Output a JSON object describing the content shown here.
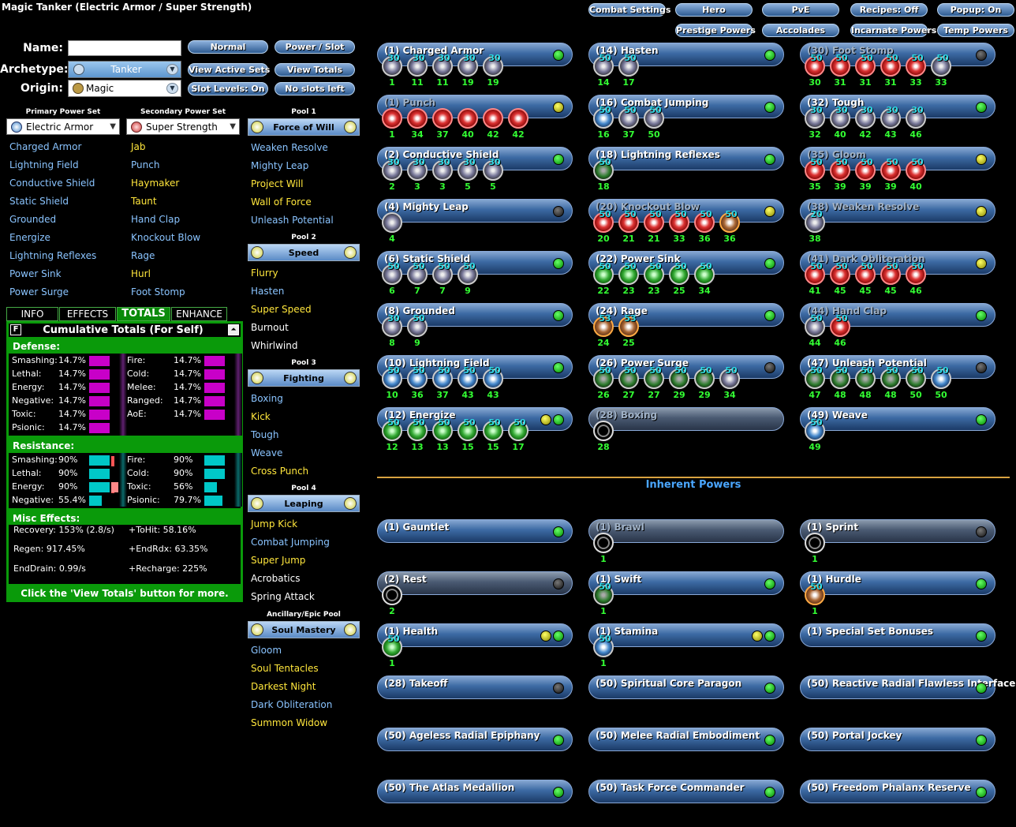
{
  "window_title": "Magic Tanker (Electric Armor / Super Strength)",
  "top_buttons": [
    "Combat Settings",
    "Hero",
    "PvE",
    "Recipes: Off",
    "Popup: On",
    "Prestige Powers",
    "Accolades",
    "Incarnate Powers",
    "Temp Powers"
  ],
  "form": {
    "name_label": "Name:",
    "name_value": "",
    "archetype_label": "Archetype:",
    "archetype_value": "Tanker",
    "origin_label": "Origin:",
    "origin_value": "Magic"
  },
  "side_buttons": [
    "Normal",
    "Power / Slot",
    "View Active Sets",
    "View Totals",
    "Slot Levels: On",
    "No slots left"
  ],
  "primary": {
    "label": "Primary Power Set",
    "value": "Electric Armor",
    "powers": [
      {
        "n": "Charged Armor",
        "c": "b"
      },
      {
        "n": "Lightning Field",
        "c": "b"
      },
      {
        "n": "Conductive Shield",
        "c": "b"
      },
      {
        "n": "Static Shield",
        "c": "b"
      },
      {
        "n": "Grounded",
        "c": "b"
      },
      {
        "n": "Energize",
        "c": "b"
      },
      {
        "n": "Lightning Reflexes",
        "c": "b"
      },
      {
        "n": "Power Sink",
        "c": "b"
      },
      {
        "n": "Power Surge",
        "c": "b"
      }
    ]
  },
  "secondary": {
    "label": "Secondary Power Set",
    "value": "Super Strength",
    "powers": [
      {
        "n": "Jab",
        "c": "y"
      },
      {
        "n": "Punch",
        "c": "b"
      },
      {
        "n": "Haymaker",
        "c": "y"
      },
      {
        "n": "Taunt",
        "c": "y"
      },
      {
        "n": "Hand Clap",
        "c": "b"
      },
      {
        "n": "Knockout Blow",
        "c": "b"
      },
      {
        "n": "Rage",
        "c": "b"
      },
      {
        "n": "Hurl",
        "c": "y"
      },
      {
        "n": "Foot Stomp",
        "c": "b"
      }
    ]
  },
  "pools": [
    {
      "label": "Pool 1",
      "name": "Force of Will",
      "powers": [
        {
          "n": "Weaken Resolve",
          "c": "b"
        },
        {
          "n": "Mighty Leap",
          "c": "b"
        },
        {
          "n": "Project Will",
          "c": "y"
        },
        {
          "n": "Wall of Force",
          "c": "y"
        },
        {
          "n": "Unleash Potential",
          "c": "b"
        }
      ]
    },
    {
      "label": "Pool 2",
      "name": "Speed",
      "powers": [
        {
          "n": "Flurry",
          "c": "y"
        },
        {
          "n": "Hasten",
          "c": "b"
        },
        {
          "n": "Super Speed",
          "c": "y"
        },
        {
          "n": "Burnout",
          "c": "w"
        },
        {
          "n": "Whirlwind",
          "c": "w"
        }
      ]
    },
    {
      "label": "Pool 3",
      "name": "Fighting",
      "powers": [
        {
          "n": "Boxing",
          "c": "b"
        },
        {
          "n": "Kick",
          "c": "y"
        },
        {
          "n": "Tough",
          "c": "b"
        },
        {
          "n": "Weave",
          "c": "b"
        },
        {
          "n": "Cross Punch",
          "c": "y"
        }
      ]
    },
    {
      "label": "Pool 4",
      "name": "Leaping",
      "powers": [
        {
          "n": "Jump Kick",
          "c": "y"
        },
        {
          "n": "Combat Jumping",
          "c": "b"
        },
        {
          "n": "Super Jump",
          "c": "y"
        },
        {
          "n": "Acrobatics",
          "c": "w"
        },
        {
          "n": "Spring Attack",
          "c": "w"
        }
      ]
    },
    {
      "label": "Ancillary/Epic Pool",
      "name": "Soul Mastery",
      "powers": [
        {
          "n": "Gloom",
          "c": "b"
        },
        {
          "n": "Soul Tentacles",
          "c": "y"
        },
        {
          "n": "Darkest Night",
          "c": "y"
        },
        {
          "n": "Dark Obliteration",
          "c": "b"
        },
        {
          "n": "Summon Widow",
          "c": "y"
        }
      ]
    }
  ],
  "tabs": [
    "INFO",
    "EFFECTS",
    "TOTALS",
    "ENHANCE"
  ],
  "totals": {
    "f_button": "F",
    "title": "Cumulative Totals (For Self)",
    "defense_label": "Defense:",
    "defense_left": [
      {
        "k": "Smashing:",
        "v": "14.7%",
        "p": 14.7
      },
      {
        "k": "Lethal:",
        "v": "14.7%",
        "p": 14.7
      },
      {
        "k": "Energy:",
        "v": "14.7%",
        "p": 14.7
      },
      {
        "k": "Negative:",
        "v": "14.7%",
        "p": 14.7
      },
      {
        "k": "Toxic:",
        "v": "14.7%",
        "p": 14.7
      },
      {
        "k": "Psionic:",
        "v": "14.7%",
        "p": 14.7
      }
    ],
    "defense_right": [
      {
        "k": "Fire:",
        "v": "14.7%",
        "p": 14.7
      },
      {
        "k": "Cold:",
        "v": "14.7%",
        "p": 14.7
      },
      {
        "k": "Melee:",
        "v": "14.7%",
        "p": 14.7
      },
      {
        "k": "Ranged:",
        "v": "14.7%",
        "p": 14.7
      },
      {
        "k": "AoE:",
        "v": "14.7%",
        "p": 14.7
      }
    ],
    "resistance_label": "Resistance:",
    "res_left": [
      {
        "k": "Smashing:",
        "v": "90%",
        "p": 90
      },
      {
        "k": "Lethal:",
        "v": "90%",
        "p": 90
      },
      {
        "k": "Energy:",
        "v": "90%",
        "p": 90
      },
      {
        "k": "Negative:",
        "v": "55.4%",
        "p": 55.4
      }
    ],
    "res_right": [
      {
        "k": "Fire:",
        "v": "90%",
        "p": 90
      },
      {
        "k": "Cold:",
        "v": "90%",
        "p": 90
      },
      {
        "k": "Toxic:",
        "v": "56%",
        "p": 56
      },
      {
        "k": "Psionic:",
        "v": "79.7%",
        "p": 79.7
      }
    ],
    "misc_label": "Misc Effects:",
    "misc": [
      "Recovery: 153% (2.8/s)",
      "+ToHit: 58.16%",
      "Regen: 917.45%",
      "+EndRdx: 63.35%",
      "EndDrain: 0.99/s",
      "+Recharge: 225%"
    ],
    "footer": "Click the 'View Totals' button for more."
  },
  "build": [
    {
      "name": "(1) Charged Armor",
      "st": "g",
      "slots": [
        [
          "30",
          "1",
          "purp"
        ],
        [
          "30",
          "11",
          "purp"
        ],
        [
          "30",
          "11",
          "purp"
        ],
        [
          "30",
          "19",
          "purp"
        ],
        [
          "30",
          "19",
          "purp"
        ]
      ]
    },
    {
      "name": "(14) Hasten",
      "st": "g",
      "slots": [
        [
          "50",
          "14",
          "purp"
        ],
        [
          "50",
          "17",
          "purp"
        ]
      ]
    },
    {
      "name": "(30) Foot Stomp",
      "st": "k",
      "dim": true,
      "slots": [
        [
          "50",
          "30",
          "red"
        ],
        [
          "50",
          "31",
          "red"
        ],
        [
          "50",
          "31",
          "red"
        ],
        [
          "50",
          "31",
          "red"
        ],
        [
          "50",
          "33",
          "red"
        ],
        [
          "50",
          "33",
          "purp"
        ]
      ]
    },
    {
      "name": "(1) Punch",
      "st": "y",
      "dim": true,
      "slots": [
        [
          "",
          "1",
          "red"
        ],
        [
          "",
          "34",
          "red"
        ],
        [
          "",
          "37",
          "red"
        ],
        [
          "",
          "40",
          "red"
        ],
        [
          "",
          "42",
          "red"
        ],
        [
          "",
          "42",
          "red"
        ]
      ]
    },
    {
      "name": "(16) Combat Jumping",
      "st": "g",
      "slots": [
        [
          "50",
          "16",
          "blue"
        ],
        [
          "50",
          "37",
          "purp"
        ],
        [
          "50",
          "50",
          "purp"
        ]
      ]
    },
    {
      "name": "(32) Tough",
      "st": "g",
      "slots": [
        [
          "30",
          "32",
          "purp"
        ],
        [
          "30",
          "40",
          "purp"
        ],
        [
          "30",
          "42",
          "purp"
        ],
        [
          "30",
          "43",
          "purp"
        ],
        [
          "30",
          "46",
          "purp"
        ]
      ]
    },
    {
      "name": "(2) Conductive Shield",
      "st": "g",
      "slots": [
        [
          "30",
          "2",
          "purp"
        ],
        [
          "30",
          "3",
          "purp"
        ],
        [
          "30",
          "3",
          "purp"
        ],
        [
          "30",
          "5",
          "purp"
        ],
        [
          "30",
          "5",
          "purp"
        ]
      ]
    },
    {
      "name": "(18) Lightning Reflexes",
      "st": "g",
      "slots": [
        [
          "50",
          "18",
          "grn2"
        ]
      ]
    },
    {
      "name": "(35) Gloom",
      "st": "y",
      "dim": true,
      "slots": [
        [
          "50",
          "35",
          "red"
        ],
        [
          "50",
          "39",
          "red"
        ],
        [
          "50",
          "39",
          "red"
        ],
        [
          "50",
          "39",
          "red"
        ],
        [
          "50",
          "40",
          "red"
        ]
      ]
    },
    {
      "name": "(4) Mighty Leap",
      "st": "k",
      "slots": [
        [
          "",
          "4",
          "purp"
        ]
      ]
    },
    {
      "name": "(20) Knockout Blow",
      "st": "y",
      "dim": true,
      "slots": [
        [
          "50",
          "20",
          "red"
        ],
        [
          "50",
          "21",
          "red"
        ],
        [
          "50",
          "21",
          "red"
        ],
        [
          "50",
          "33",
          "red"
        ],
        [
          "50",
          "36",
          "red"
        ],
        [
          "50",
          "36",
          "gold"
        ]
      ]
    },
    {
      "name": "(38) Weaken Resolve",
      "st": "y",
      "dim": true,
      "slots": [
        [
          "20",
          "38",
          "purp"
        ]
      ]
    },
    {
      "name": "(6) Static Shield",
      "st": "g",
      "slots": [
        [
          "50",
          "6",
          "purp"
        ],
        [
          "50",
          "7",
          "purp"
        ],
        [
          "50",
          "7",
          "purp"
        ],
        [
          "50",
          "9",
          "purp"
        ]
      ]
    },
    {
      "name": "(22) Power Sink",
      "st": "g",
      "slots": [
        [
          "50",
          "22",
          "green"
        ],
        [
          "50",
          "23",
          "green"
        ],
        [
          "50",
          "23",
          "green"
        ],
        [
          "50",
          "25",
          "green"
        ],
        [
          "50",
          "34",
          "green"
        ]
      ]
    },
    {
      "name": "(41) Dark Obliteration",
      "st": "y",
      "dim": true,
      "slots": [
        [
          "50",
          "41",
          "red"
        ],
        [
          "50",
          "45",
          "red"
        ],
        [
          "50",
          "45",
          "red"
        ],
        [
          "50",
          "45",
          "red"
        ],
        [
          "50",
          "46",
          "red"
        ]
      ]
    },
    {
      "name": "(8) Grounded",
      "st": "g",
      "slots": [
        [
          "30",
          "8",
          "purp"
        ],
        [
          "50",
          "9",
          "purp"
        ]
      ]
    },
    {
      "name": "(24) Rage",
      "st": "g",
      "slots": [
        [
          "53",
          "24",
          "gold"
        ],
        [
          "53",
          "25",
          "gold"
        ]
      ]
    },
    {
      "name": "(44) Hand Clap",
      "st": "g",
      "dim": true,
      "slots": [
        [
          "50",
          "44",
          "purp"
        ],
        [
          "50",
          "46",
          "red"
        ]
      ]
    },
    {
      "name": "(10) Lightning Field",
      "st": "g",
      "slots": [
        [
          "50",
          "10",
          "blue"
        ],
        [
          "50",
          "36",
          "blue"
        ],
        [
          "50",
          "37",
          "blue"
        ],
        [
          "50",
          "43",
          "blue"
        ],
        [
          "50",
          "43",
          "blue"
        ]
      ]
    },
    {
      "name": "(26) Power Surge",
      "st": "k",
      "slots": [
        [
          "50",
          "26",
          "grn2"
        ],
        [
          "50",
          "27",
          "grn2"
        ],
        [
          "50",
          "27",
          "grn2"
        ],
        [
          "50",
          "29",
          "grn2"
        ],
        [
          "50",
          "29",
          "grn2"
        ],
        [
          "50",
          "34",
          "purp"
        ]
      ]
    },
    {
      "name": "(47) Unleash Potential",
      "st": "k",
      "slots": [
        [
          "50",
          "47",
          "grn2"
        ],
        [
          "50",
          "48",
          "grn2"
        ],
        [
          "50",
          "48",
          "grn2"
        ],
        [
          "50",
          "48",
          "grn2"
        ],
        [
          "50",
          "50",
          "grn2"
        ],
        [
          "50",
          "50",
          "blue"
        ]
      ]
    },
    {
      "name": "(12) Energize",
      "st": "yg",
      "slots": [
        [
          "50",
          "12",
          "green"
        ],
        [
          "50",
          "13",
          "green"
        ],
        [
          "50",
          "13",
          "green"
        ],
        [
          "50",
          "15",
          "green"
        ],
        [
          "50",
          "15",
          "green"
        ],
        [
          "50",
          "17",
          "green"
        ]
      ]
    },
    {
      "name": "(28) Boxing",
      "st": "",
      "dim": true,
      "grey": true,
      "slots": [
        [
          "",
          "28",
          "empty"
        ]
      ]
    },
    {
      "name": "(49) Weave",
      "st": "g",
      "slots": [
        [
          "50",
          "49",
          "blue"
        ]
      ]
    }
  ],
  "inherent_title": "Inherent Powers",
  "inherent": [
    {
      "name": "(1) Gauntlet",
      "st": "g",
      "slots": []
    },
    {
      "name": "(1) Brawl",
      "st": "",
      "dim": true,
      "grey": true,
      "slots": [
        [
          "",
          "1",
          "empty"
        ]
      ]
    },
    {
      "name": "(1) Sprint",
      "st": "k",
      "grey": true,
      "slots": [
        [
          "",
          "1",
          "empty"
        ]
      ]
    },
    {
      "name": "(2) Rest",
      "st": "k",
      "grey": true,
      "slots": [
        [
          "",
          "2",
          "empty"
        ]
      ]
    },
    {
      "name": "(1) Swift",
      "st": "g",
      "slots": [
        [
          "50",
          "1",
          "grn2"
        ]
      ]
    },
    {
      "name": "(1) Hurdle",
      "st": "g",
      "slots": [
        [
          "50",
          "1",
          "gold"
        ]
      ]
    },
    {
      "name": "(1) Health",
      "st": "yg",
      "slots": [
        [
          "50",
          "1",
          "green"
        ]
      ]
    },
    {
      "name": "(1) Stamina",
      "st": "yg",
      "slots": [
        [
          "50",
          "1",
          "blue"
        ]
      ]
    },
    {
      "name": "(1) Special Set Bonuses",
      "st": "g",
      "slots": []
    },
    {
      "name": "(28) Takeoff",
      "st": "k",
      "slots": []
    },
    {
      "name": "(50) Spiritual Core Paragon",
      "st": "g",
      "slots": []
    },
    {
      "name": "(50) Reactive Radial Flawless Interface",
      "st": "g",
      "slots": []
    },
    {
      "name": "(50) Ageless Radial Epiphany",
      "st": "g",
      "slots": []
    },
    {
      "name": "(50) Melee Radial Embodiment",
      "st": "g",
      "slots": []
    },
    {
      "name": "(50) Portal Jockey",
      "st": "g",
      "slots": []
    },
    {
      "name": "(50) The Atlas Medallion",
      "st": "g",
      "slots": []
    },
    {
      "name": "(50) Task Force Commander",
      "st": "g",
      "slots": []
    },
    {
      "name": "(50) Freedom Phalanx Reserve",
      "st": "g",
      "slots": []
    }
  ],
  "colors": {
    "accent_green": "#0a9a0a",
    "defense_bar": "#c800c8",
    "resist_bar": "#00c8c8",
    "yellow_text": "#ffe63c",
    "blue_text": "#8ac4ff",
    "inherent_line": "#d8a240"
  }
}
